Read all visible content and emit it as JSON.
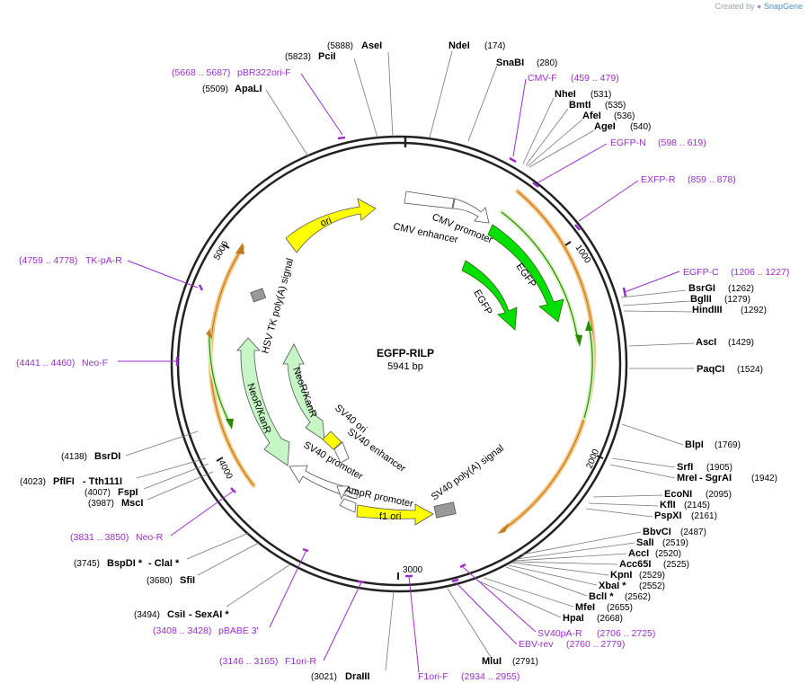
{
  "credit": {
    "prefix": "Created by",
    "brand": "SnapGene"
  },
  "plasmid": {
    "name": "EGFP-RILP",
    "length_label": "5941 bp",
    "length": 5941
  },
  "ticks": [
    "1000",
    "2000",
    "3000",
    "4000",
    "5000"
  ],
  "enzymes": [
    {
      "id": "asei",
      "name": "AseI",
      "pos": "(5888)"
    },
    {
      "id": "pcii",
      "name": "PciI",
      "pos": "(5823)"
    },
    {
      "id": "apali",
      "name": "ApaLI",
      "pos": "(5509)"
    },
    {
      "id": "ndei",
      "name": "NdeI",
      "pos": "(174)"
    },
    {
      "id": "snabi",
      "name": "SnaBI",
      "pos": "(280)"
    },
    {
      "id": "nhei",
      "name": "NheI",
      "pos": "(531)"
    },
    {
      "id": "bmti",
      "name": "BmtI",
      "pos": "(535)"
    },
    {
      "id": "afei",
      "name": "AfeI",
      "pos": "(536)"
    },
    {
      "id": "agei",
      "name": "AgeI",
      "pos": "(540)"
    },
    {
      "id": "bsrgi",
      "name": "BsrGI",
      "pos": "(1262)"
    },
    {
      "id": "bglii",
      "name": "BglII",
      "pos": "(1279)"
    },
    {
      "id": "hindiii",
      "name": "HindIII",
      "pos": "(1292)"
    },
    {
      "id": "asci",
      "name": "AscI",
      "pos": "(1429)"
    },
    {
      "id": "paqci",
      "name": "PaqCI",
      "pos": "(1524)"
    },
    {
      "id": "blpi",
      "name": "BlpI",
      "pos": "(1769)"
    },
    {
      "id": "srfi",
      "name": "SrfI",
      "pos": "(1905)"
    },
    {
      "id": "mrei",
      "name": "MreI",
      "pos": "(1942)",
      "extra": " - SgrAI"
    },
    {
      "id": "econi",
      "name": "EcoNI",
      "pos": "(2095)"
    },
    {
      "id": "kfli",
      "name": "KflI",
      "pos": "(2145)"
    },
    {
      "id": "pspxi",
      "name": "PspXI",
      "pos": "(2161)"
    },
    {
      "id": "bbvci",
      "name": "BbvCI",
      "pos": "(2487)"
    },
    {
      "id": "sali",
      "name": "SalI",
      "pos": "(2519)"
    },
    {
      "id": "acci",
      "name": "AccI",
      "pos": "(2520)"
    },
    {
      "id": "acc65i",
      "name": "Acc65I",
      "pos": "(2525)"
    },
    {
      "id": "kpni",
      "name": "KpnI",
      "pos": "(2529)"
    },
    {
      "id": "xbai",
      "name": "XbaI *",
      "pos": "(2552)"
    },
    {
      "id": "bcli",
      "name": "BclI *",
      "pos": "(2562)"
    },
    {
      "id": "mfei",
      "name": "MfeI",
      "pos": "(2655)"
    },
    {
      "id": "hpai",
      "name": "HpaI",
      "pos": "(2668)"
    },
    {
      "id": "mlui",
      "name": "MluI",
      "pos": "(2791)"
    },
    {
      "id": "draiii",
      "name": "DraIII",
      "pos": "(3021)"
    },
    {
      "id": "csii",
      "name": "CsiI",
      "pos": "(3494)",
      "extra": " - SexAI *"
    },
    {
      "id": "sfii",
      "name": "SfiI",
      "pos": "(3680)"
    },
    {
      "id": "bspdi",
      "name": "BspDI *",
      "pos": "(3745)",
      "extra": " - ClaI *"
    },
    {
      "id": "msci",
      "name": "MscI",
      "pos": "(3987)"
    },
    {
      "id": "fspi",
      "name": "FspI",
      "pos": "(4007)"
    },
    {
      "id": "pflfi",
      "name": "PflFI",
      "pos": "(4023)",
      "extra": " - Tth111I"
    },
    {
      "id": "bsrdi",
      "name": "BsrDI",
      "pos": "(4138)"
    }
  ],
  "primers": [
    {
      "id": "pbr322ori-f",
      "name": "pBR322ori-F",
      "range": "(5668 .. 5687)"
    },
    {
      "id": "cmv-f",
      "name": "CMV-F",
      "range": "(459 .. 479)"
    },
    {
      "id": "egfp-n",
      "name": "EGFP-N",
      "range": "(598 .. 619)"
    },
    {
      "id": "exfp-r",
      "name": "EXFP-R",
      "range": "(859 .. 878)"
    },
    {
      "id": "egfp-c",
      "name": "EGFP-C",
      "range": "(1206 .. 1227)"
    },
    {
      "id": "tk-pa-r",
      "name": "TK-pA-R",
      "range": "(4759 .. 4778)"
    },
    {
      "id": "neo-f",
      "name": "Neo-F",
      "range": "(4441 .. 4460)"
    },
    {
      "id": "neo-r",
      "name": "Neo-R",
      "range": "(3831 .. 3850)"
    },
    {
      "id": "pbabe3",
      "name": "pBABE 3'",
      "range": "(3408 .. 3428)"
    },
    {
      "id": "f1ori-r",
      "name": "F1ori-R",
      "range": "(3146 .. 3165)"
    },
    {
      "id": "f1ori-f",
      "name": "F1ori-F",
      "range": "(2934 .. 2955)"
    },
    {
      "id": "ebv-rev",
      "name": "EBV-rev",
      "range": "(2760 .. 2779)"
    },
    {
      "id": "sv40pa-r",
      "name": "SV40pA-R",
      "range": "(2706 .. 2725)"
    }
  ],
  "features": [
    {
      "id": "ori",
      "label": "ori",
      "color": "#ffff00"
    },
    {
      "id": "cmv-enhancer",
      "label": "CMV enhancer",
      "color": "#ffffff"
    },
    {
      "id": "cmv-promoter",
      "label": "CMV promoter",
      "color": "#ffffff"
    },
    {
      "id": "egfp-outer",
      "label": "EGFP",
      "color": "#00e000"
    },
    {
      "id": "egfp-inner",
      "label": "EGFP",
      "color": "#00e000"
    },
    {
      "id": "hsv-tk-polya",
      "label": "HSV TK poly(A) signal",
      "color": "#999999"
    },
    {
      "id": "neo-outer",
      "label": "NeoR/KanR",
      "color": "#c6f5c6"
    },
    {
      "id": "neo-inner",
      "label": "NeoR/KanR",
      "color": "#c6f5c6"
    },
    {
      "id": "sv40-ori",
      "label": "SV40 ori",
      "color": "#ffff00"
    },
    {
      "id": "sv40-enhancer",
      "label": "SV40 enhancer",
      "color": "#ffffff"
    },
    {
      "id": "sv40-promoter",
      "label": "SV40 promoter",
      "color": "#ffffff"
    },
    {
      "id": "ampr-promoter",
      "label": "AmpR promoter",
      "color": "#ffffff"
    },
    {
      "id": "f1-ori",
      "label": "f1 ori",
      "color": "#ffff00"
    },
    {
      "id": "sv40-polya",
      "label": "SV40 poly(A) signal",
      "color": "#999999"
    }
  ],
  "colors": {
    "primer": "#9b2ec9",
    "orf_outline": "#f5b14a",
    "orf_arrow": "#2a8a00",
    "backbone": "#222222"
  }
}
